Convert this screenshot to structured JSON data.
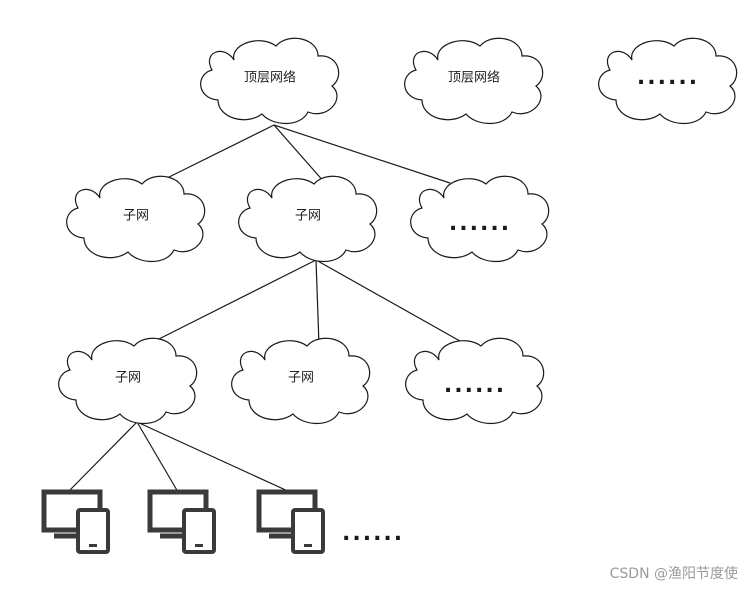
{
  "diagram": {
    "top_level": [
      {
        "label": "顶层网络"
      },
      {
        "label": "顶层网络"
      },
      {
        "label": "......"
      }
    ],
    "level2": [
      {
        "label": "子网"
      },
      {
        "label": "子网"
      },
      {
        "label": "......"
      }
    ],
    "level3": [
      {
        "label": "子网"
      },
      {
        "label": "子网"
      },
      {
        "label": "......"
      }
    ],
    "devices": {
      "count": 3,
      "more_label": "......"
    }
  },
  "watermark": "CSDN @渔阳节度使"
}
